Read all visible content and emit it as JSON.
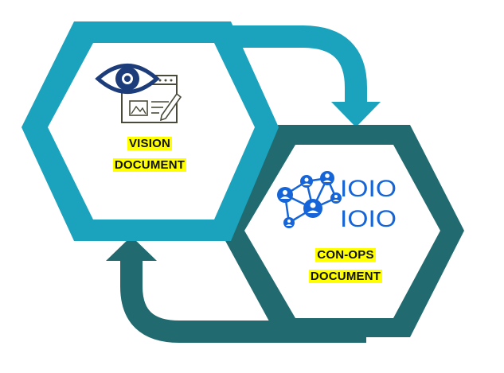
{
  "colors": {
    "light_teal": "#1ba3bd",
    "dark_teal": "#216b70",
    "icon_navy": "#1d3c7a",
    "icon_blue": "#1565d8",
    "highlight": "#ffff00",
    "background": "#ffffff"
  },
  "nodes": [
    {
      "id": "vision",
      "icon": "eye-document-icon",
      "label_lines": [
        "VISION",
        "DOCUMENT"
      ]
    },
    {
      "id": "conops",
      "icon": "network-binary-icon",
      "binary_lines": [
        "IOIO",
        "IOIO"
      ],
      "label_lines": [
        "CON-OPS",
        "DOCUMENT"
      ]
    }
  ],
  "arrows": [
    {
      "from": "vision",
      "to": "conops",
      "color": "light_teal"
    },
    {
      "from": "conops",
      "to": "vision",
      "color": "dark_teal"
    }
  ]
}
